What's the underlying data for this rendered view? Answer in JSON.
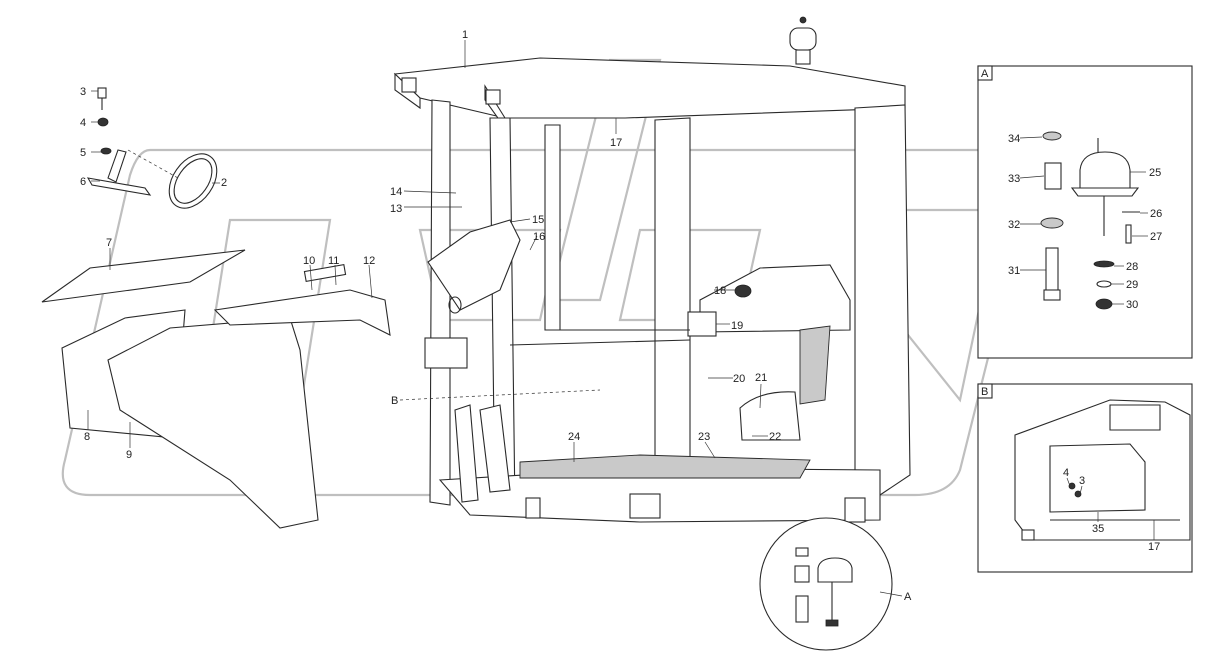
{
  "diagram": {
    "callouts": {
      "c1": "1",
      "c2": "2",
      "c3": "3",
      "c4": "4",
      "c5": "5",
      "c6": "6",
      "c7": "7",
      "c8": "8",
      "c9": "9",
      "c10": "10",
      "c11": "11",
      "c12": "12",
      "c13": "13",
      "c14": "14",
      "c15": "15",
      "c16": "16",
      "c17": "17",
      "c18": "18",
      "c19": "19",
      "c20": "20",
      "c21": "21",
      "c22": "22",
      "c23": "23",
      "c24": "24",
      "cB": "B",
      "cA": "A"
    },
    "panel_a": {
      "tag": "A",
      "c25": "25",
      "c26": "26",
      "c27": "27",
      "c28": "28",
      "c29": "29",
      "c30": "30",
      "c31": "31",
      "c32": "32",
      "c33": "33",
      "c34": "34"
    },
    "panel_b": {
      "tag": "B",
      "c4": "4",
      "c3": "3",
      "c35": "35",
      "c17": "17"
    }
  },
  "colors": {
    "line": "#2a2a2a",
    "watermark": "#bfbfbf",
    "background": "#ffffff"
  }
}
